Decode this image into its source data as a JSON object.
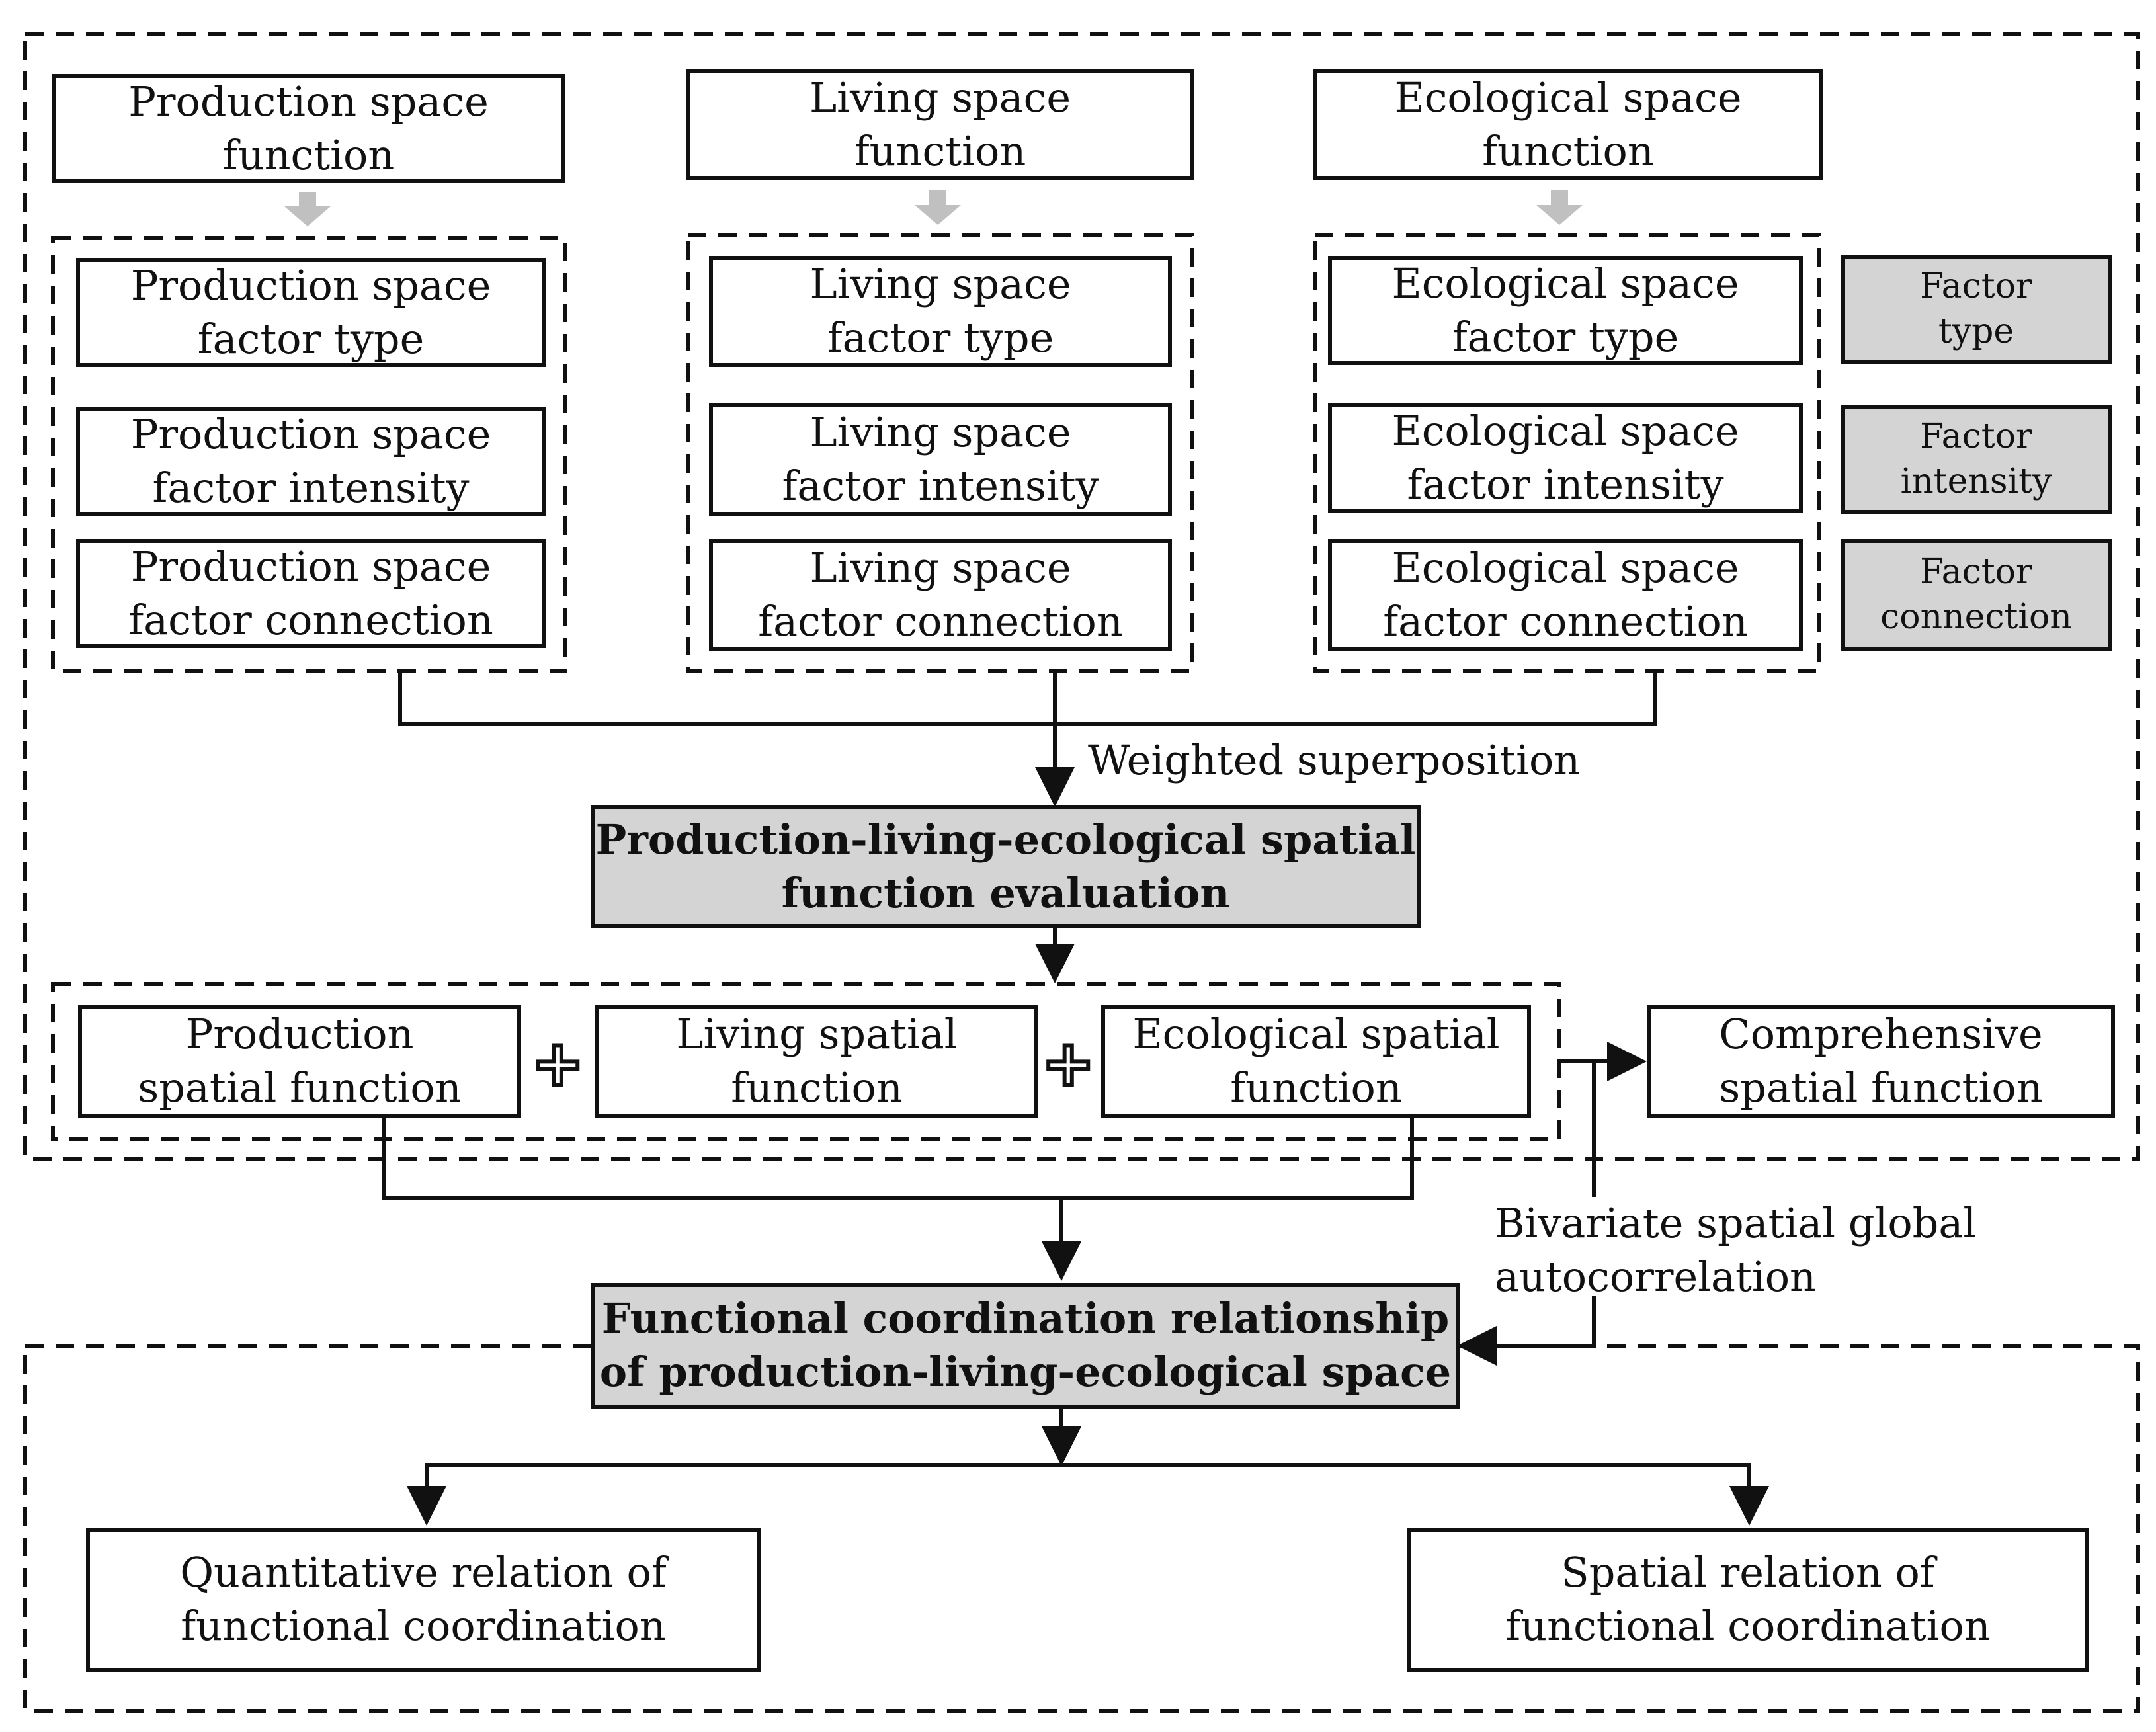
{
  "top_row": {
    "production": "Production space\nfunction",
    "living": "Living space\nfunction",
    "ecological": "Ecological space\nfunction"
  },
  "production_factors": [
    "Production space\nfactor type",
    "Production space\nfactor intensity",
    "Production space\nfactor connection"
  ],
  "living_factors": [
    "Living space\nfactor type",
    "Living space\nfactor intensity",
    "Living space\nfactor connection"
  ],
  "ecological_factors": [
    "Ecological space\nfactor type",
    "Ecological space\nfactor intensity",
    "Ecological space\nfactor connection"
  ],
  "legend": [
    "Factor\ntype",
    "Factor\nintensity",
    "Factor\nconnection"
  ],
  "weighted_label": "Weighted superposition",
  "evaluation": "Production-living-ecological spatial\nfunction evaluation",
  "spatial_functions": [
    "Production\nspatial function",
    "Living spatial\nfunction",
    "Ecological spatial\nfunction"
  ],
  "comprehensive": "Comprehensive\nspatial function",
  "bivariate_label": "Bivariate spatial global\nautocorrelation",
  "coordination": "Functional coordination relationship\nof production-living-ecological space",
  "quantitative": "Quantitative relation of\nfunctional coordination",
  "spatial_relation": "Spatial relation of\nfunctional coordination",
  "colors": {
    "gray_fill": "#d4d4d4",
    "line": "#111111",
    "light_arrow": "#c0c0c0"
  }
}
